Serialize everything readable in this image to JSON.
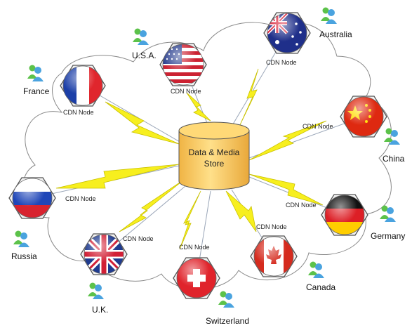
{
  "store": {
    "line1": "Data & Media",
    "line2": "Store"
  },
  "node_label": "CDN Node",
  "nodes": [
    {
      "country": "France",
      "flag": "france"
    },
    {
      "country": "U.S.A.",
      "flag": "usa"
    },
    {
      "country": "Australia",
      "flag": "australia"
    },
    {
      "country": "China",
      "flag": "china"
    },
    {
      "country": "Germany",
      "flag": "germany"
    },
    {
      "country": "Canada",
      "flag": "canada"
    },
    {
      "country": "Switzerland",
      "flag": "switzerland"
    },
    {
      "country": "U.K.",
      "flag": "uk"
    },
    {
      "country": "Russia",
      "flag": "russia"
    }
  ],
  "colors": {
    "lightning": "#f7ef1e",
    "store_fill": "#f7c95e",
    "cloud_stroke": "#888888",
    "hexagon_fill": "#f3f3f3",
    "user_icon_blue": "#4aa3df",
    "user_icon_green": "#5cc24a"
  }
}
